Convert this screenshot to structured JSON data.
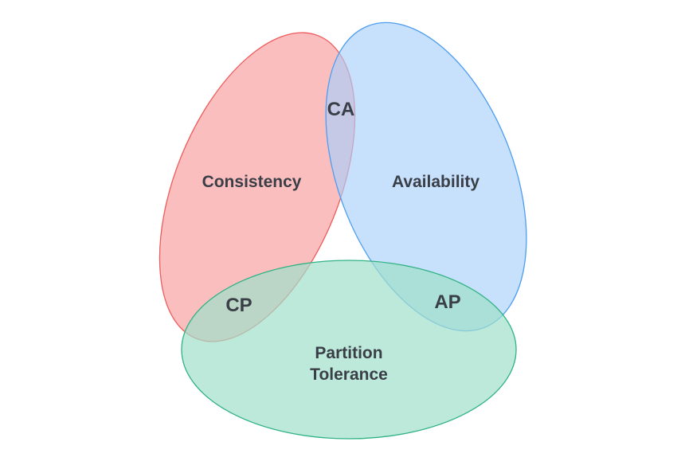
{
  "diagram": {
    "sets": [
      {
        "id": "consistency",
        "label": "Consistency",
        "fill": "#f9a3a3",
        "stroke": "#ef5b5b"
      },
      {
        "id": "availability",
        "label": "Availability",
        "fill": "#a9cffa",
        "stroke": "#4d9df0"
      },
      {
        "id": "partition",
        "label_line1": "Partition",
        "label_line2": "Tolerance",
        "fill": "#9fdfcb",
        "stroke": "#2fb383"
      }
    ],
    "intersections": {
      "ca": "CA",
      "cp": "CP",
      "ap": "AP"
    }
  }
}
